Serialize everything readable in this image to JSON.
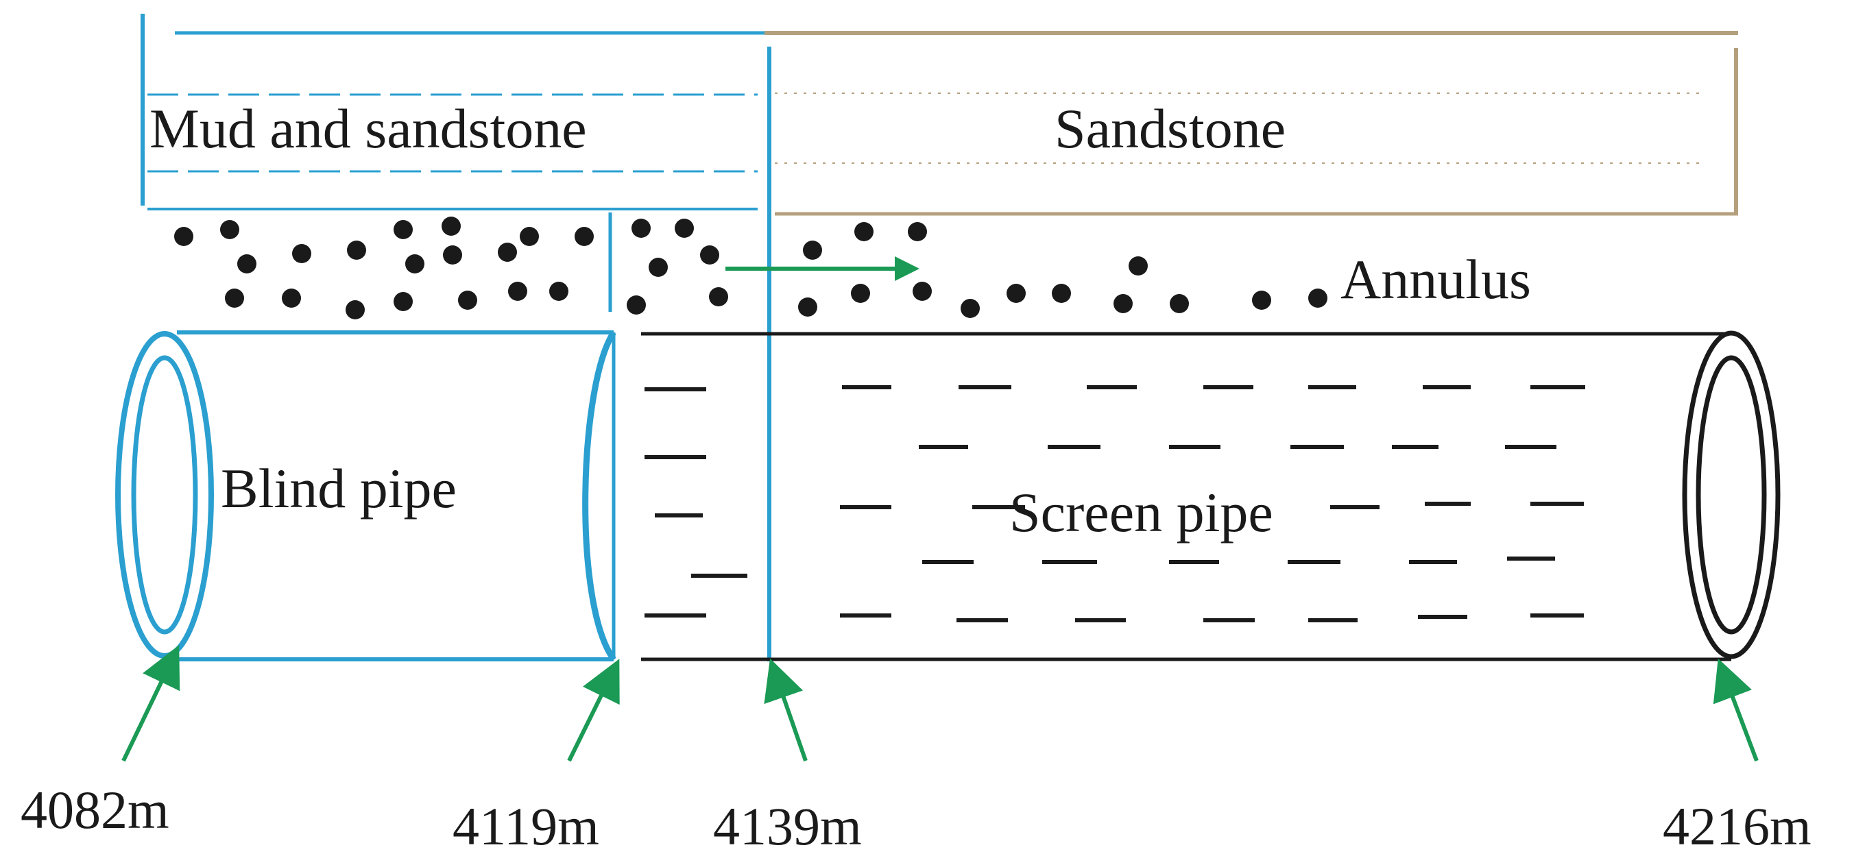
{
  "layers": {
    "mud_sandstone": "Mud and sandstone",
    "sandstone": "Sandstone"
  },
  "annulus_label": "Annulus",
  "pipes": {
    "blind": "Blind pipe",
    "screen": "Screen pipe"
  },
  "depths": [
    "4082m",
    "4119m",
    "4139m",
    "4216m"
  ],
  "colors": {
    "blue": "#2a9fd0",
    "tan": "#b5a07e",
    "green": "#1a9a55",
    "black": "#1a1a1a"
  }
}
